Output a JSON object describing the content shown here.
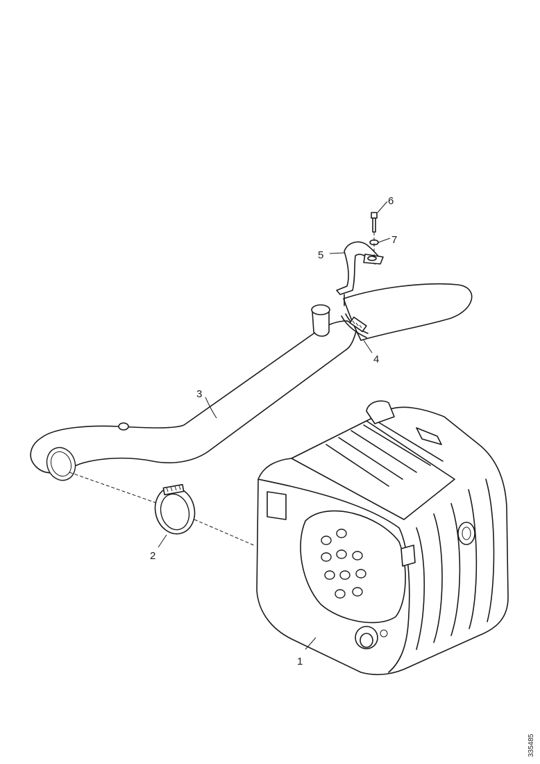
{
  "callouts": {
    "c1": "1",
    "c2": "2",
    "c3": "3",
    "c4": "4",
    "c5": "5",
    "c6": "6",
    "c7": "7"
  },
  "reference_code": "335485",
  "line_color": "#1a1a1a",
  "background_color": "#ffffff"
}
